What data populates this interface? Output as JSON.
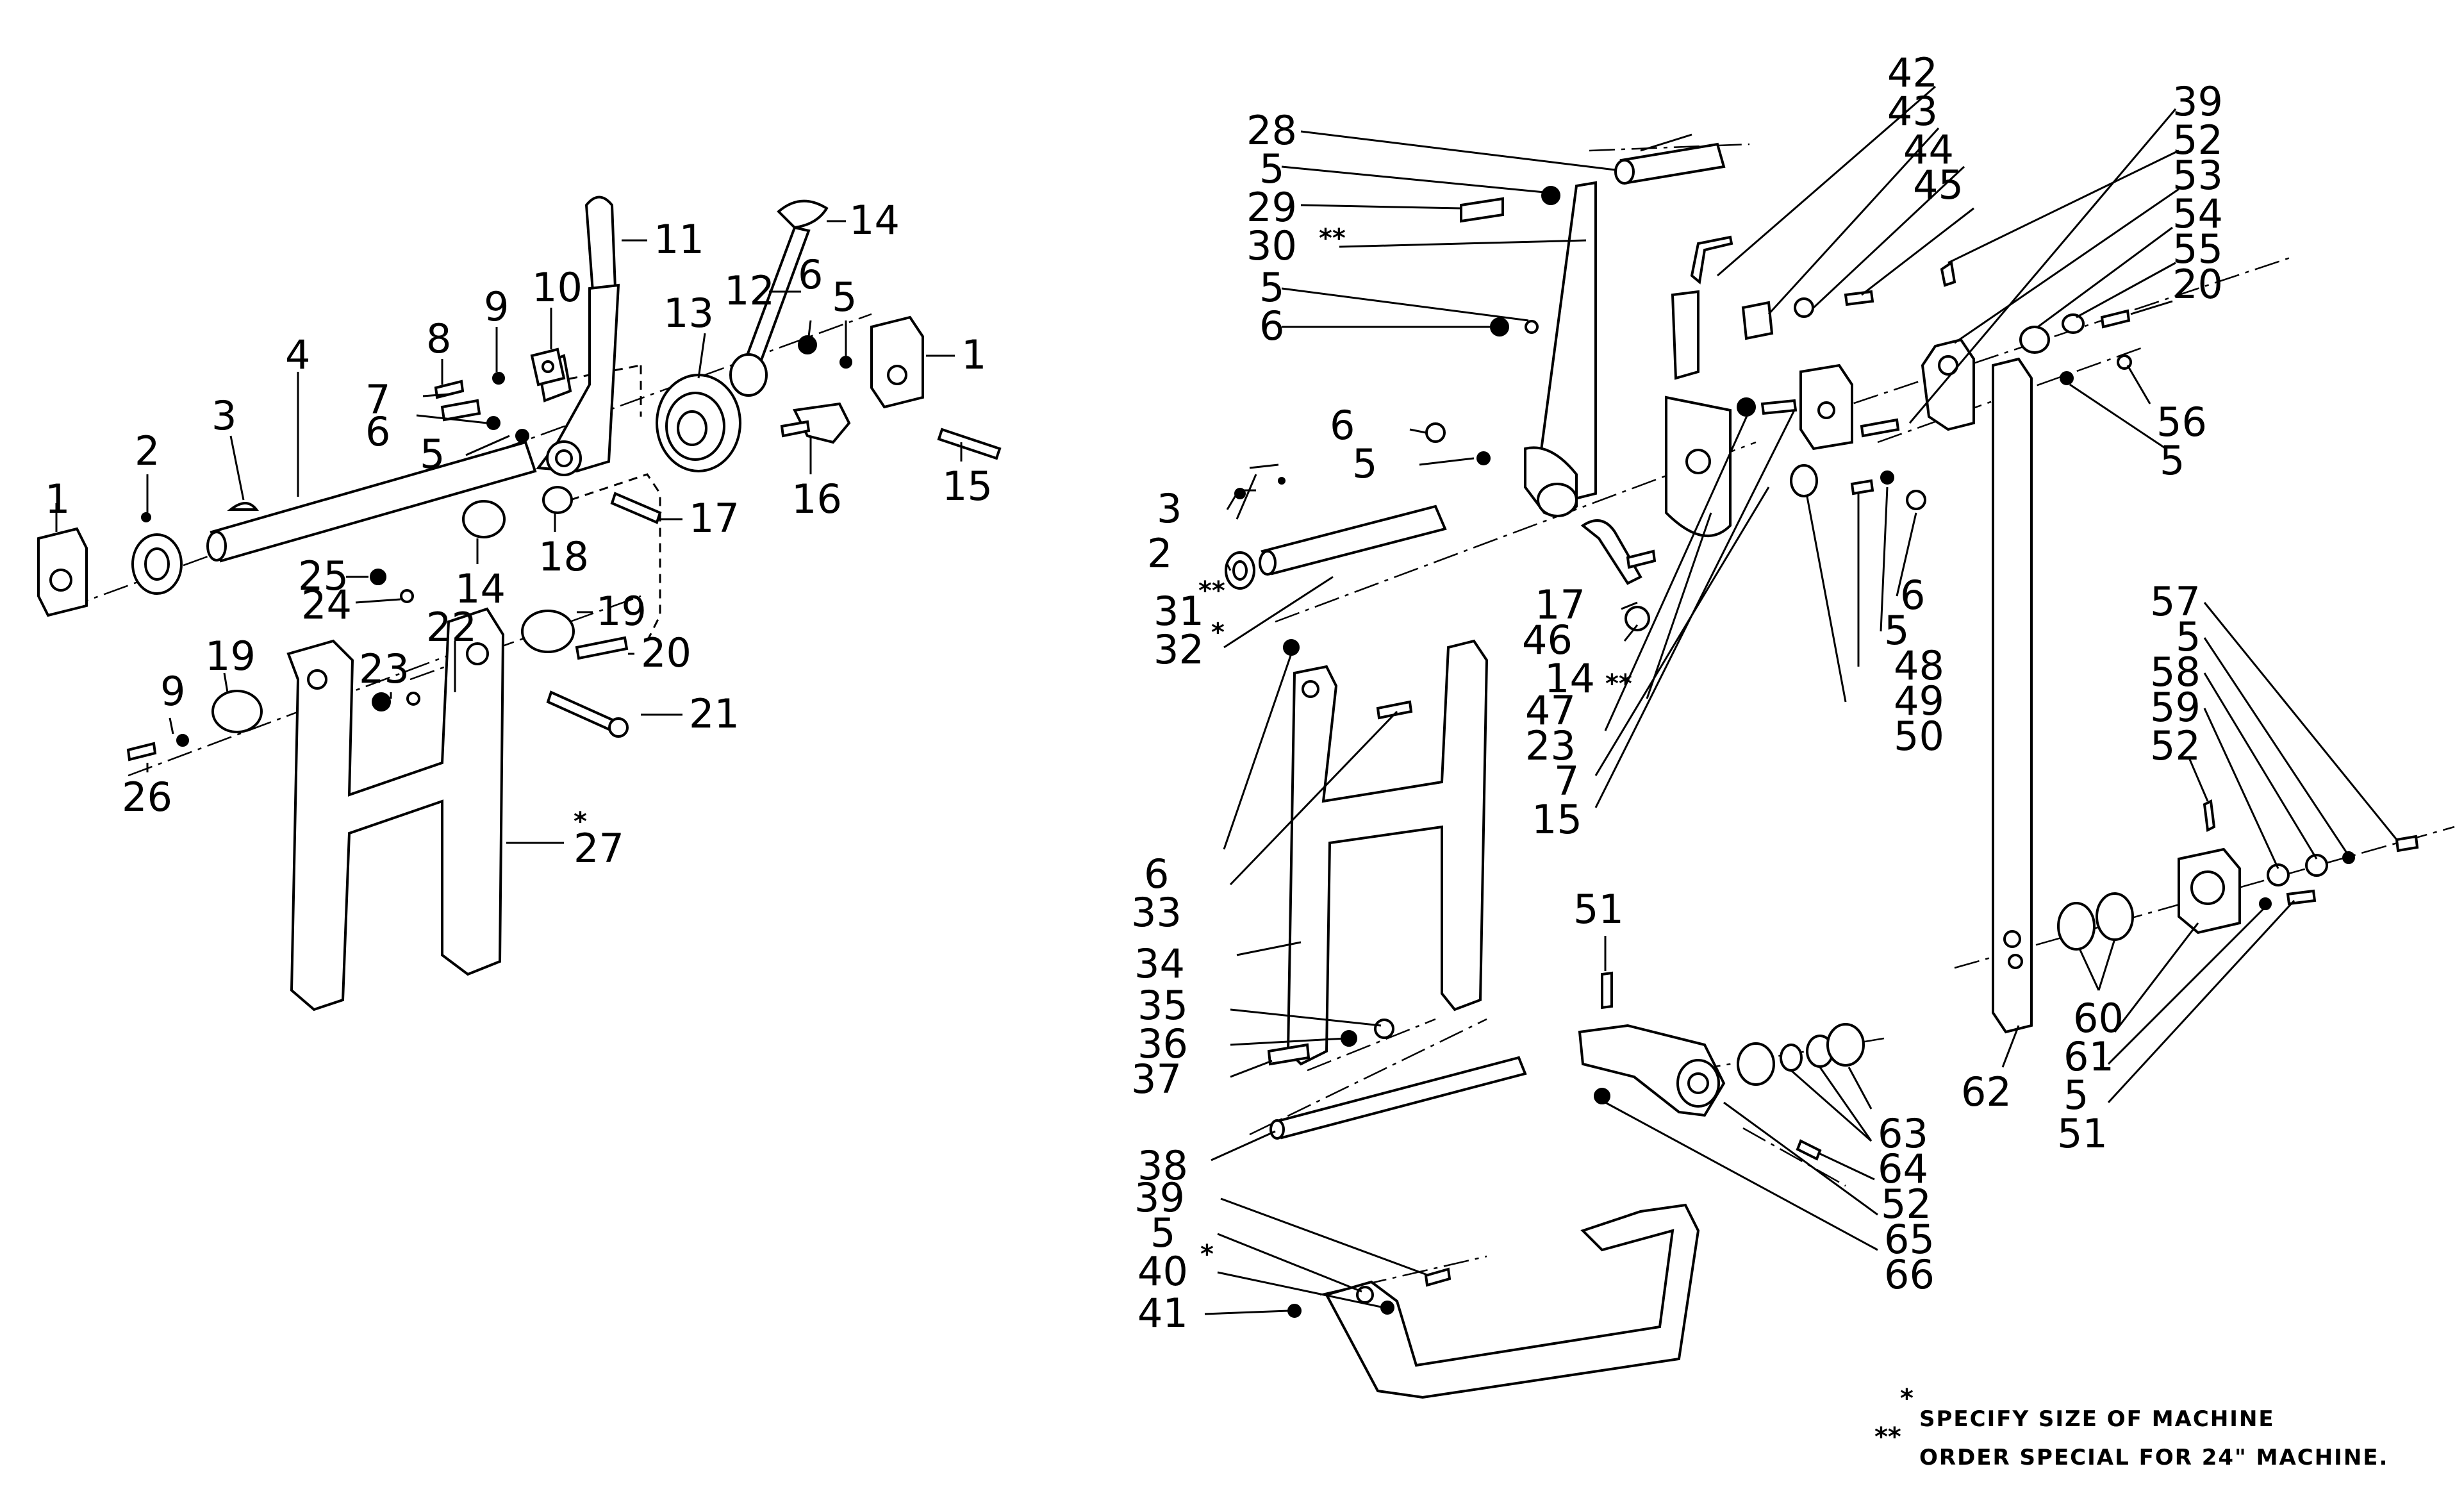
{
  "callouts": {
    "l_1a": "1",
    "l_1b": "1",
    "l_2": "2",
    "l_3": "3",
    "l_4": "4",
    "l_5": "5",
    "l_5b": "5",
    "l_6": "6",
    "l_6b": "6",
    "l_7": "7",
    "l_8": "8",
    "l_9": "9",
    "l_9b": "9",
    "l_10": "10",
    "l_11": "11",
    "l_12": "12",
    "l_13": "13",
    "l_14": "14",
    "l_14b": "14",
    "l_15": "15",
    "l_16": "16",
    "l_17": "17",
    "l_18": "18",
    "l_19": "19",
    "l_19b": "19",
    "l_20": "20",
    "l_21": "21",
    "l_22": "22",
    "l_23": "23",
    "l_24": "24",
    "l_25": "25",
    "l_26": "26",
    "l_27": "27",
    "r_28": "28",
    "r_5a": "5",
    "r_29": "29",
    "r_30": "30",
    "r_5b": "5",
    "r_6a": "6",
    "r_6b": "6",
    "r_5c": "5",
    "r_3": "3",
    "r_2": "2",
    "r_31": "31",
    "r_32": "32",
    "r_42": "42",
    "r_43": "43",
    "r_44": "44",
    "r_45": "45",
    "r_39a": "39",
    "r_52a": "52",
    "r_53": "53",
    "r_54": "54",
    "r_55": "55",
    "r_20": "20",
    "r_56": "56",
    "r_5d": "5",
    "r_17": "17",
    "r_46": "46",
    "r_14": "14",
    "r_47": "47",
    "r_23": "23",
    "r_7": "7",
    "r_15": "15",
    "r_6c": "6",
    "r_5e": "5",
    "r_48": "48",
    "r_49": "49",
    "r_50": "50",
    "r_6d": "6",
    "r_33": "33",
    "r_34": "34",
    "r_35": "35",
    "r_36": "36",
    "r_37": "37",
    "r_38": "38",
    "r_39b": "39",
    "r_5f": "5",
    "r_40": "40",
    "r_41": "41",
    "r_51a": "51",
    "r_63": "63",
    "r_64": "64",
    "r_52b": "52",
    "r_65": "65",
    "r_66": "66",
    "r_62": "62",
    "r_57": "57",
    "r_5g": "5",
    "r_58": "58",
    "r_59": "59",
    "r_52c": "52",
    "r_60": "60",
    "r_61": "61",
    "r_5h": "5",
    "r_51b": "51"
  },
  "symbols": {
    "single": "*",
    "double": "**"
  },
  "notes": {
    "note1": "SPECIFY SIZE OF MACHINE",
    "note2": "ORDER SPECIAL FOR 24\" MACHINE."
  }
}
